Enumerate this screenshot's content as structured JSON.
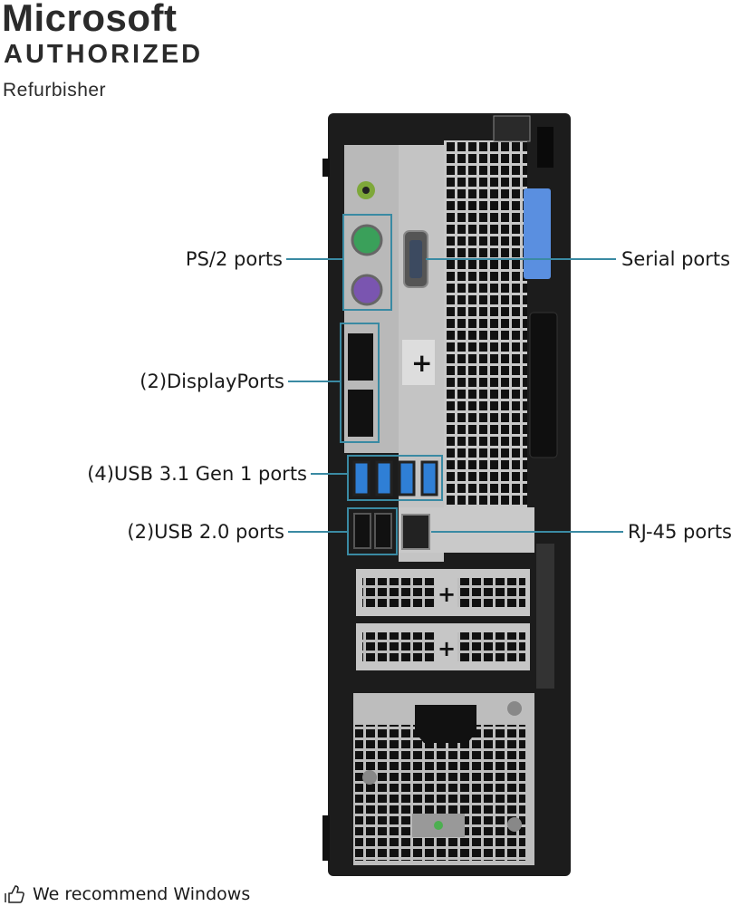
{
  "logo": {
    "line1": "Microsoft",
    "line2": "AUTHORIZED",
    "line3": "Refurbisher"
  },
  "labels": {
    "ps2": "PS/2 ports",
    "serial": "Serial ports",
    "displayport": "(2)DisplayPorts",
    "usb31": "(4)USB 3.1 Gen 1 ports",
    "usb20": "(2)USB 2.0 ports",
    "rj45": "RJ-45 ports"
  },
  "footer": {
    "icon": "thumbs-up-icon",
    "text": "We recommend Windows"
  },
  "colors": {
    "callout": "#3a8aa3",
    "chassis": "#1c1c1c",
    "panel": "#b9b9b9",
    "usb3": "#2f7fd6",
    "ps2_mouse": "#3aa05a",
    "ps2_kb": "#7a55b0",
    "audio": "#7ea83a",
    "latch": "#5a8fe0"
  }
}
